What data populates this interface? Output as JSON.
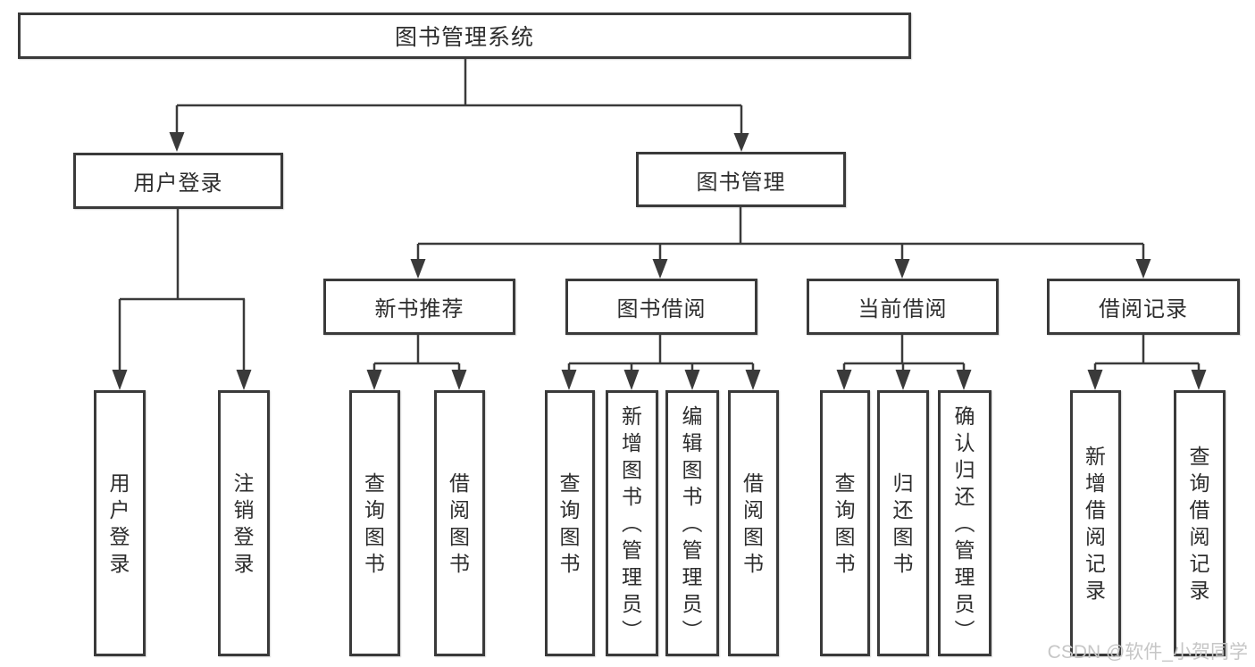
{
  "theme": {
    "line_color": "#3a3a3a",
    "text_color": "#2d2d2d",
    "background": "#ffffff",
    "watermark_color": "#c6c6c6"
  },
  "diagram": {
    "root": {
      "label": "图书管理系统"
    },
    "level2": {
      "user_login": {
        "label": "用户登录"
      },
      "book_management": {
        "label": "图书管理"
      }
    },
    "sections": {
      "new_books": {
        "label": "新书推荐"
      },
      "book_borrow": {
        "label": "图书借阅"
      },
      "current_borrow": {
        "label": "当前借阅"
      },
      "borrow_records": {
        "label": "借阅记录"
      }
    },
    "leaves": {
      "user_login": [
        "用户登录",
        "注销登录"
      ],
      "new_books": [
        "查询图书",
        "借阅图书"
      ],
      "book_borrow": [
        "查询图书",
        "新增图书（管理员）",
        "编辑图书（管理员）",
        "借阅图书"
      ],
      "current_borrow": [
        "查询图书",
        "归还图书",
        "确认归还（管理员）"
      ],
      "borrow_records": [
        "新增借阅记录",
        "查询借阅记录"
      ]
    }
  },
  "watermark": {
    "text": "CSDN @软件_小贺同学"
  }
}
